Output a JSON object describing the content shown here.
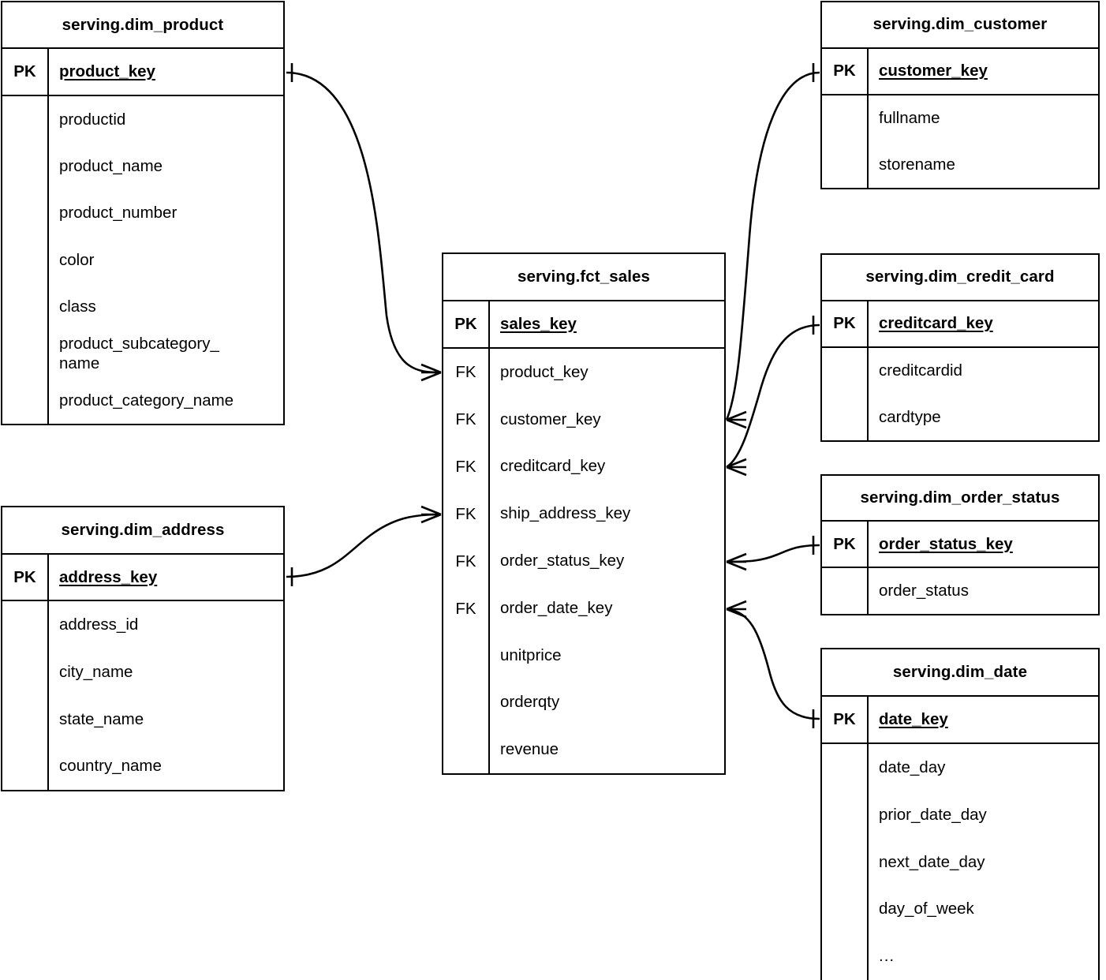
{
  "diagram": {
    "title": "Star schema ER diagram",
    "line_color": "#000000",
    "background": "#ffffff",
    "pk_label": "PK",
    "fk_label": "FK"
  },
  "entities": {
    "dim_product": {
      "name": "serving.dim_product",
      "pk": {
        "tag": "PK",
        "name": "product_key"
      },
      "fields": [
        "productid",
        "product_name",
        "product_number",
        "color",
        "class",
        "product_subcategory_\nname",
        "product_category_name"
      ]
    },
    "dim_address": {
      "name": "serving.dim_address",
      "pk": {
        "tag": "PK",
        "name": "address_key"
      },
      "fields": [
        "address_id",
        "city_name",
        "state_name",
        "country_name"
      ]
    },
    "fct_sales": {
      "name": "serving.fct_sales",
      "pk": {
        "tag": "PK",
        "name": "sales_key"
      },
      "fk_tags": [
        "FK",
        "FK",
        "FK",
        "FK",
        "FK",
        "FK"
      ],
      "fields": [
        "product_key",
        "customer_key",
        "creditcard_key",
        "ship_address_key",
        "order_status_key",
        "order_date_key",
        "unitprice",
        "orderqty",
        "revenue"
      ]
    },
    "dim_customer": {
      "name": "serving.dim_customer",
      "pk": {
        "tag": "PK",
        "name": "customer_key"
      },
      "fields": [
        "fullname",
        "storename"
      ]
    },
    "dim_credit_card": {
      "name": "serving.dim_credit_card",
      "pk": {
        "tag": "PK",
        "name": "creditcard_key"
      },
      "fields": [
        "creditcardid",
        "cardtype"
      ]
    },
    "dim_order_status": {
      "name": "serving.dim_order_status",
      "pk": {
        "tag": "PK",
        "name": "order_status_key"
      },
      "fields": [
        "order_status"
      ]
    },
    "dim_date": {
      "name": "serving.dim_date",
      "pk": {
        "tag": "PK",
        "name": "date_key"
      },
      "fields": [
        "date_day",
        "prior_date_day",
        "next_date_day",
        "day_of_week",
        "..."
      ]
    }
  },
  "relationships": [
    {
      "from": "serving.dim_product",
      "from_field": "product_key",
      "to": "serving.fct_sales",
      "to_field": "product_key",
      "cardinality": "one-to-many"
    },
    {
      "from": "serving.dim_address",
      "from_field": "address_key",
      "to": "serving.fct_sales",
      "to_field": "ship_address_key",
      "cardinality": "one-to-many"
    },
    {
      "from": "serving.dim_customer",
      "from_field": "customer_key",
      "to": "serving.fct_sales",
      "to_field": "customer_key",
      "cardinality": "one-to-many"
    },
    {
      "from": "serving.dim_credit_card",
      "from_field": "creditcard_key",
      "to": "serving.fct_sales",
      "to_field": "creditcard_key",
      "cardinality": "one-to-many"
    },
    {
      "from": "serving.dim_order_status",
      "from_field": "order_status_key",
      "to": "serving.fct_sales",
      "to_field": "order_status_key",
      "cardinality": "one-to-many"
    },
    {
      "from": "serving.dim_date",
      "from_field": "date_key",
      "to": "serving.fct_sales",
      "to_field": "order_date_key",
      "cardinality": "one-to-many"
    }
  ]
}
